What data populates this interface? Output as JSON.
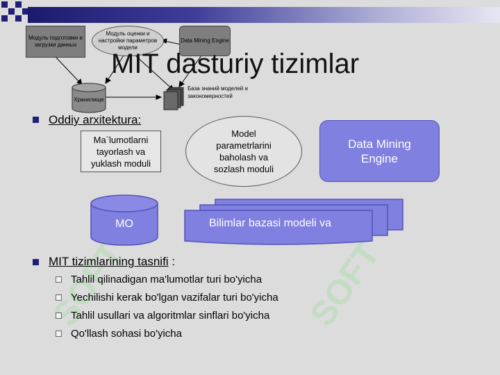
{
  "small_diagram": {
    "box_load": "Модуль подготовки и загрузки данных",
    "ellipse_eval": "Модуль оценки и настройки параметров модели",
    "box_engine": "Data Mining Engine",
    "storage": "Хранилище",
    "knowledge": "База знаний моделей и закономерностей"
  },
  "title": "MIT dasturiy tizimlar",
  "section1": {
    "heading": "Oddiy arxitektura:",
    "box_load": "Ma`lumotlarni tayorlash va yuklash moduli",
    "ellipse_model": "Model parametrlarini baholash va sozlash moduli",
    "engine": "Data Mining Engine",
    "mo": "MO",
    "knowledge": "Bilimlar bazasi modeli va"
  },
  "section2": {
    "heading": "MIT tizimlarining tasnifi",
    "colon": " :",
    "items": [
      "Tahlil qilinadigan ma'lumotlar turi bo'yicha",
      "Yechilishi kerak bo'lgan vazifalar turi bo'yicha",
      "Tahlil usullari va algoritmlar sinflari bo'yicha",
      "Qo'llash sohasi bo'yicha"
    ]
  },
  "colors": {
    "accent": "#1f1f78",
    "engine": "#8080e0",
    "storage": "#8080e0"
  }
}
